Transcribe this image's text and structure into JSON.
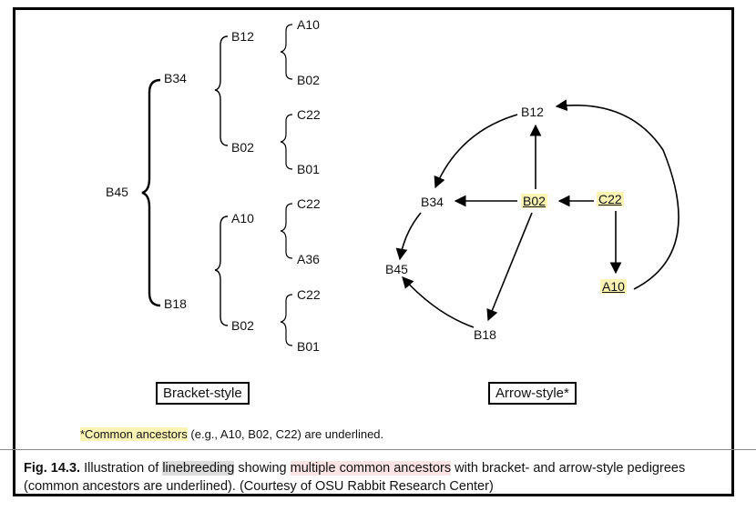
{
  "bracket": {
    "root": "B45",
    "gen1": [
      "B34",
      "B18"
    ],
    "gen2": [
      "B12",
      "B02",
      "A10",
      "B02"
    ],
    "gen3": [
      "A10",
      "B02",
      "C22",
      "B01",
      "C22",
      "A36",
      "C22",
      "B01"
    ],
    "style_label": "Bracket-style"
  },
  "arrow": {
    "nodes": {
      "B12": "B12",
      "B34": "B34",
      "B02": "B02",
      "C22": "C22",
      "B45": "B45",
      "A10": "A10",
      "B18": "B18"
    },
    "common_ancestors": [
      "B02",
      "C22",
      "A10"
    ],
    "edges": [
      [
        "B02",
        "B34"
      ],
      [
        "B02",
        "B12"
      ],
      [
        "C22",
        "B02"
      ],
      [
        "C22",
        "A10"
      ],
      [
        "B12",
        "B34"
      ],
      [
        "A10",
        "B12"
      ],
      [
        "B34",
        "B45"
      ],
      [
        "B02",
        "B18"
      ],
      [
        "B18",
        "B45"
      ]
    ],
    "style_label": "Arrow-style*"
  },
  "footnote": {
    "highlight": "*Common ancestors",
    "rest": " (e.g., A10, B02, C22) are underlined."
  },
  "caption": {
    "fig": "Fig. 14.3.",
    "p1": " Illustration of ",
    "term1": "linebreeding",
    "p2": " showing ",
    "term2": "multiple common ancestors",
    "p3": " with bracket- and arrow-style pedigrees (common ancestors are underlined). (Courtesy of OSU Rabbit Research Center)"
  },
  "colors": {
    "highlight": "#fbf3b4",
    "term_gray": "#dcdcdc",
    "term_pink": "#fde4e4"
  }
}
